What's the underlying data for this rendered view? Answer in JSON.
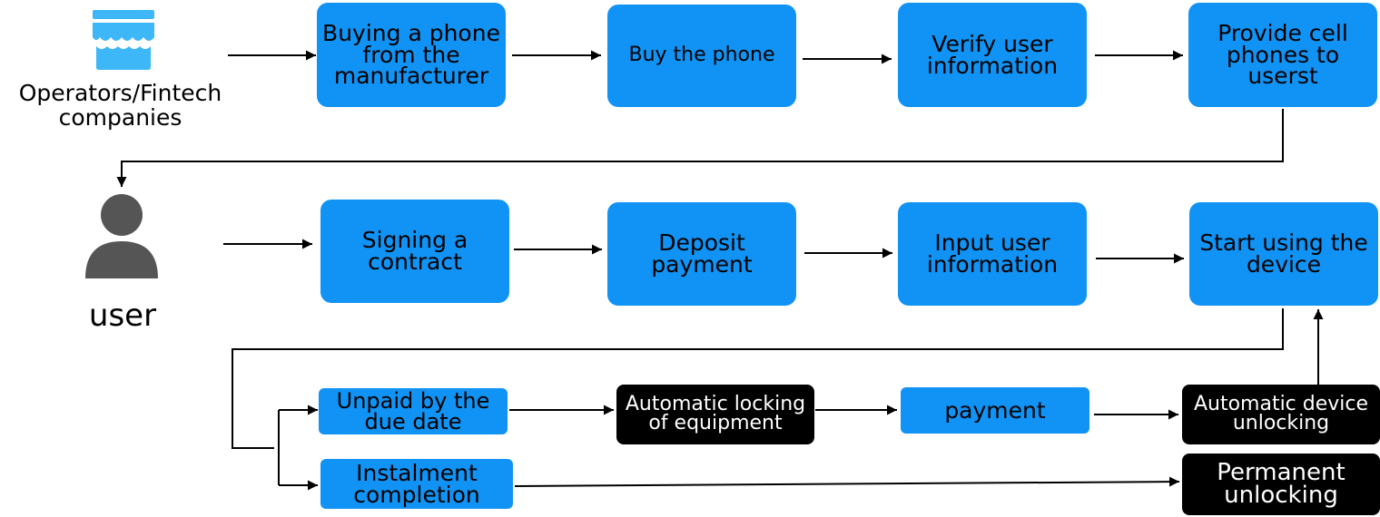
{
  "colors": {
    "box_blue": "#1193f5",
    "box_black": "#000000",
    "icon_store": "#3db7f7",
    "icon_user": "#555555",
    "line": "#000000"
  },
  "operators": {
    "icon": "store-icon",
    "label": "Operators/Fintech companies"
  },
  "user": {
    "icon": "user-icon",
    "label": "user"
  },
  "row1": [
    "Buying a phone from the manufacturer",
    "Buy the phone",
    "Verify user information",
    "Provide cell phones to userst"
  ],
  "row2": [
    "Signing a contract",
    "Deposit payment",
    "Input user information",
    "Start using the device"
  ],
  "row3": [
    "Unpaid by the due date",
    "Automatic locking of equipment",
    "payment",
    "Automatic device unlocking"
  ],
  "row4": [
    "Instalment completion",
    "Permanent unlocking"
  ]
}
